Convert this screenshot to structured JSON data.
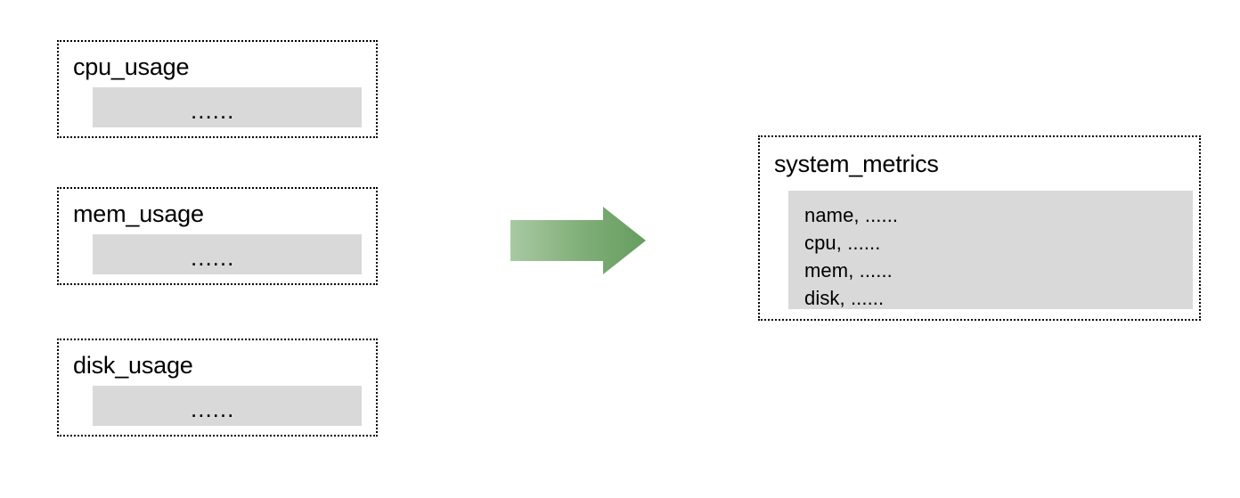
{
  "diagram": {
    "type": "data-aggregation-flow",
    "sources": [
      {
        "title": "cpu_usage",
        "body_text": "......"
      },
      {
        "title": "mem_usage",
        "body_text": "......"
      },
      {
        "title": "disk_usage",
        "body_text": "......"
      }
    ],
    "connector": {
      "icon": "right-arrow-icon",
      "direction": "right",
      "gradient_start": "#a9c9a3",
      "gradient_end": "#669d5f"
    },
    "target": {
      "title": "system_metrics",
      "fields": [
        "name, ......",
        "cpu, ......",
        "mem, ......",
        "disk, ......"
      ]
    },
    "colors": {
      "panel_fill": "#d9d9d9",
      "border": "#000000",
      "background": "#ffffff"
    }
  }
}
